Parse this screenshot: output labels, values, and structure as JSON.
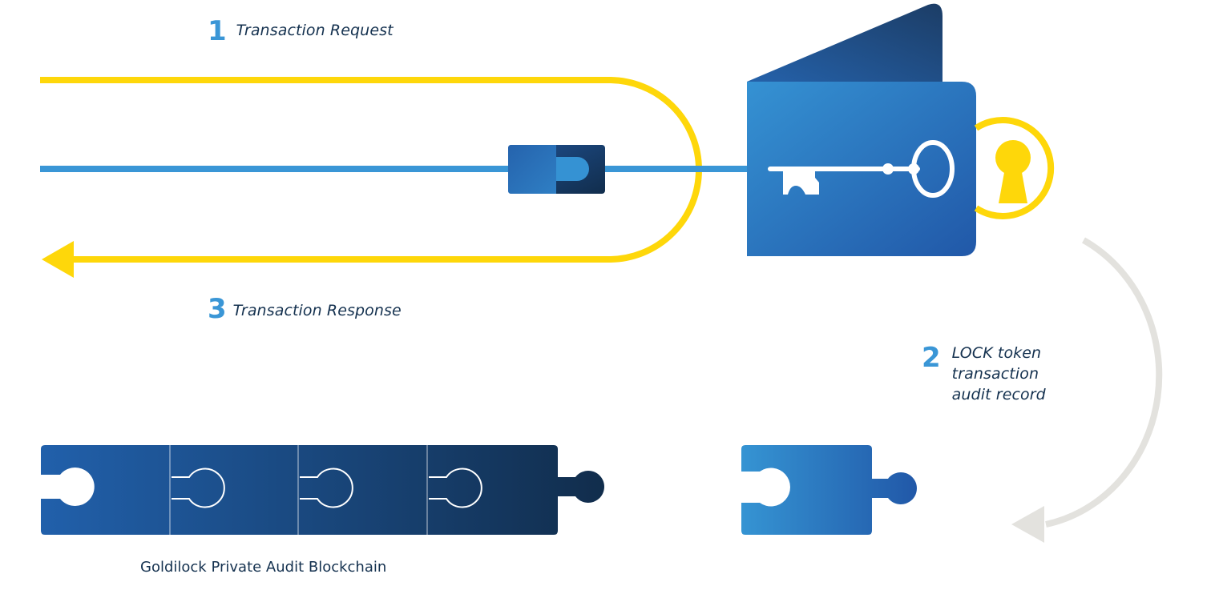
{
  "steps": [
    {
      "number": "1",
      "label": "Transaction Request"
    },
    {
      "number": "2",
      "label_lines": [
        "LOCK token",
        "transaction",
        "audit record"
      ]
    },
    {
      "number": "3",
      "label": "Transaction Response"
    }
  ],
  "blockchain": {
    "caption": "Goldilock Private Audit Blockchain",
    "chained_blocks": 4,
    "new_blocks": 1
  },
  "icons": [
    "wallet-icon",
    "key-icon",
    "keyhole-icon",
    "connector-plug-icon",
    "puzzle-block-icon",
    "curved-arrow-icon",
    "arrow-left-icon"
  ],
  "colors": {
    "yellow": "#fed70a",
    "line_blue": "#3a96d6",
    "wallet_light": "#3592d3",
    "wallet_dark": "#2158a8",
    "navy": "#14314f",
    "gray_arrow": "#e3e2de"
  }
}
